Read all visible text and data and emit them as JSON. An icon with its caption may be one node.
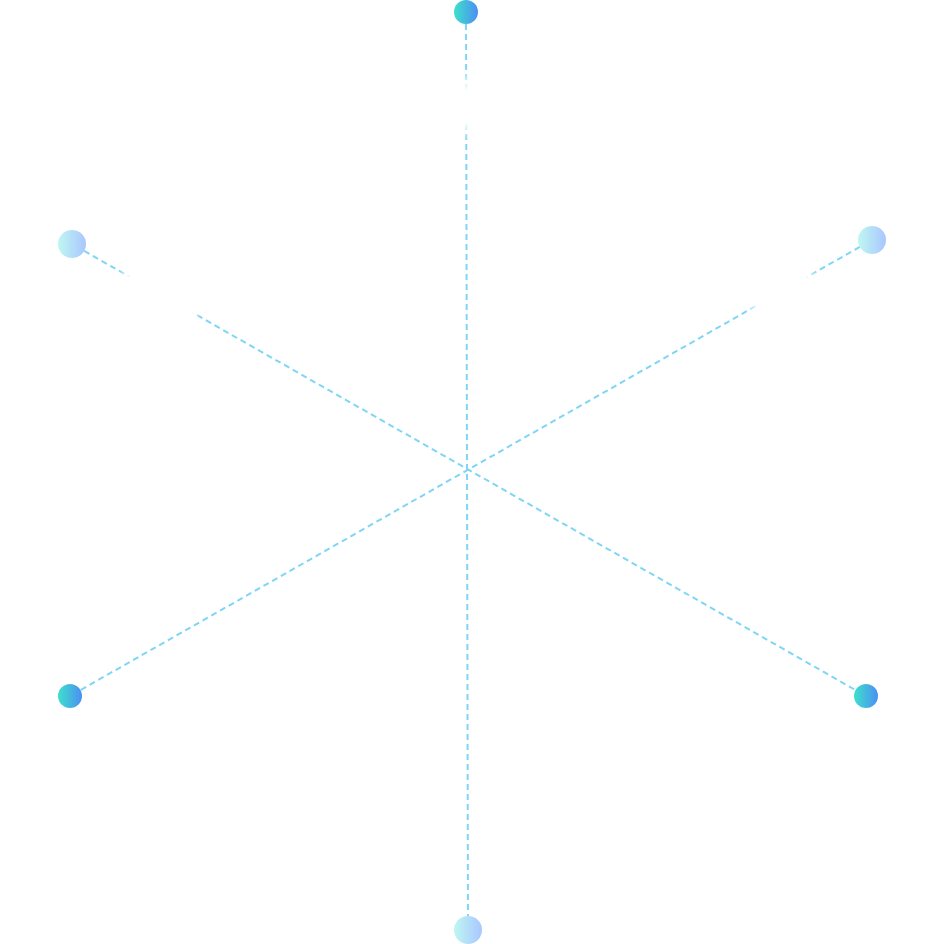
{
  "diagram": {
    "nodes": [
      {
        "text": [],
        "shape": "circle"
      },
      {
        "text": [],
        "shape": "circle"
      },
      {
        "text": [],
        "shape": "circle"
      },
      {
        "text": [],
        "shape": "circle"
      },
      {
        "text": [],
        "shape": "circle"
      },
      {
        "text": [],
        "shape": "circle"
      }
    ],
    "edges": [
      {
        "from": 0,
        "to": 5,
        "arrow": "none",
        "style": "dashed"
      },
      {
        "from": 1,
        "to": 4,
        "arrow": "none",
        "style": "dashed"
      },
      {
        "from": 2,
        "to": 3,
        "arrow": "none",
        "style": "dashed"
      }
    ]
  }
}
